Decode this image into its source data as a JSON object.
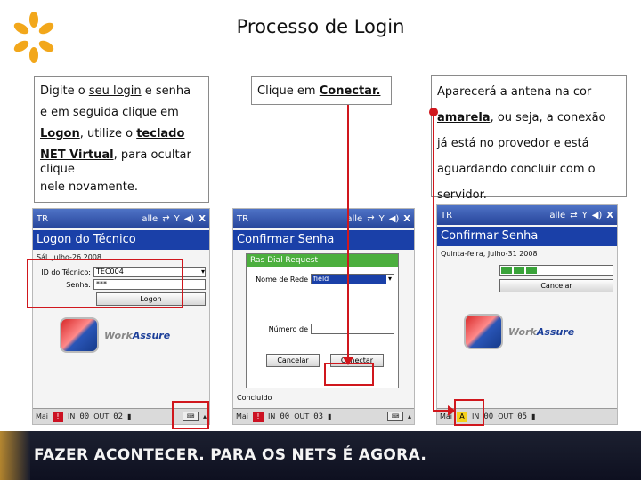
{
  "title": "Processo de Login",
  "notes": {
    "left": {
      "l1_pre": "Digite o ",
      "l1_link": "seu login",
      "l1_post": " e senha",
      "l2": "e em seguida clique em",
      "l3_a": "Logon",
      "l3_b": ", utilize o ",
      "l3_c": "teclado",
      "l4_a": "NET Virtual",
      "l4_b": ", para ocultar",
      "l5": "clique",
      "l6": " nele novamente."
    },
    "middle": {
      "pre": "Clique em ",
      "link": "Conectar."
    },
    "right": {
      "l1": "Aparecerá a antena na cor",
      "l2_a": "amarela",
      "l2_b": ", ou seja, a conexão",
      "l3": "já está no provedor e está",
      "l4": "aguardando concluir com o",
      "l5": "servidor."
    }
  },
  "status": {
    "brand": "TR",
    "signal": "alle",
    "close": "X"
  },
  "screens": {
    "s1": {
      "title": "Logon do Técnico",
      "date": "Sál, Julho-26 2008",
      "tech_label": "ID do Técnico:",
      "tech_value": "TEC004",
      "pass_label": "Senha:",
      "pass_value": "***",
      "logon": "Logon",
      "bottom": {
        "menu": "Mai",
        "in": "IN",
        "in_n": "00",
        "out": "OUT",
        "out_n": "02"
      }
    },
    "s2": {
      "title": "Confirmar Senha",
      "dialog_title": "Ras Dial Request",
      "nome_label": "Nome de Rede",
      "nome_value": "field",
      "numero_label": "Número de",
      "cancel": "Cancelar",
      "connect": "Conectar",
      "concluido": "Concluido",
      "bottom": {
        "menu": "Mai",
        "in": "IN",
        "in_n": "00",
        "out": "OUT",
        "out_n": "03"
      }
    },
    "s3": {
      "title": "Confirmar Senha",
      "date": "Quinta-feira, Julho-31 2008",
      "cancel": "Cancelar",
      "bottom": {
        "menu": "Mai",
        "in": "IN",
        "in_n": "00",
        "out": "OUT",
        "out_n": "05"
      }
    }
  },
  "brand": {
    "work": "Work",
    "assure": "Assure"
  },
  "footer": "FAZER ACONTECER. PARA OS NETS É AGORA.",
  "colors": {
    "accent_red": "#d0171d",
    "title_bar": "#1a40a8",
    "footer_bg": "#1c2030"
  }
}
